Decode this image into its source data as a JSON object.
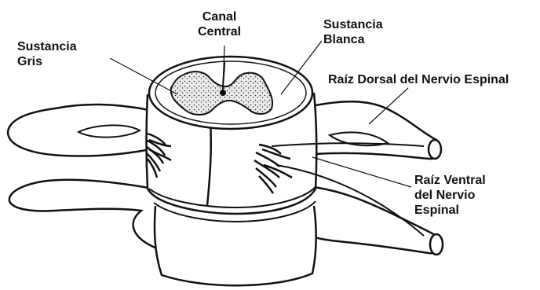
{
  "labels": {
    "canal_central": [
      "Canal",
      "Central"
    ],
    "sustancia_blanca": [
      "Sustancia",
      "Blanca"
    ],
    "sustancia_gris": [
      "Sustancia",
      "Gris"
    ],
    "raiz_dorsal": [
      "Raíz Dorsal del Nervio Espinal"
    ],
    "raiz_ventral": [
      "Raíz Ventral",
      "del Nervio",
      "Espinal"
    ]
  },
  "colors": {
    "ink": "#111111",
    "paper": "#ffffff",
    "gray_matter": "#e6e6e6"
  }
}
